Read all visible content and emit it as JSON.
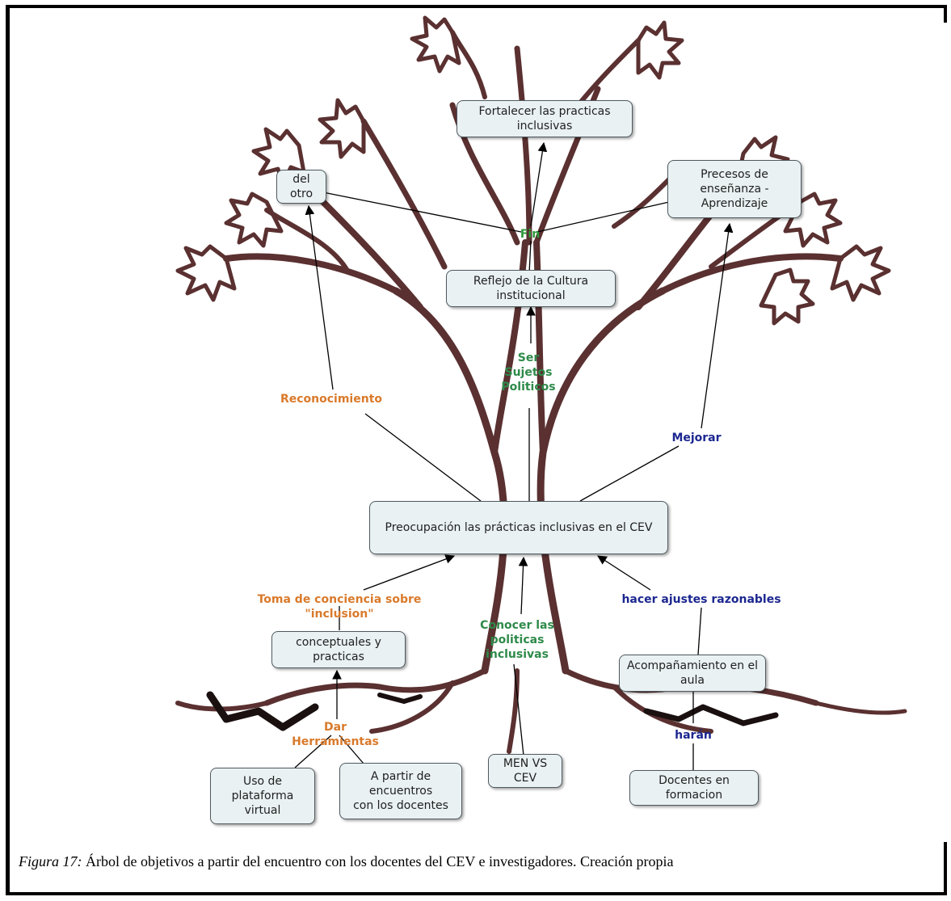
{
  "nodes": {
    "fortalecer": "Fortalecer las practicas inclusivas",
    "del_otro": "del otro",
    "procesos": "Precesos de\nenseñanza - Aprendizaje",
    "reflejo": "Reflejo de la Cultura institucional",
    "preocupacion": "Preocupación las prácticas inclusivas en el CEV",
    "conceptuales": "conceptuales y practicas",
    "acompanamiento": "Acompañamiento en el aula",
    "uso_plataforma": "Uso de plataforma\nvirtual",
    "encuentros": "A partir de encuentros\ncon los docentes",
    "men_vs_cev": "MEN VS CEV",
    "docentes_formacion": "Docentes en formacion"
  },
  "link_labels": {
    "fin": "Fin",
    "ser_sujetos": "Ser\nSujetos\nPoliticos",
    "reconocimiento": "Reconocimiento",
    "mejorar": "Mejorar",
    "toma_conciencia": "Toma de conciencia sobre \"inclusion\"",
    "conocer_politicas": "Conocer las\npoliticas\ninclusivas",
    "hacer_ajustes": "hacer ajustes razonables",
    "dar_herramientas": "Dar Herramientas",
    "haran": "harán"
  },
  "caption": {
    "figure_label": "Figura 17:",
    "text": " Árbol de objetivos a partir del encuentro con los docentes del CEV e investigadores. Creación propia"
  },
  "colors": {
    "tree": "#5a3030",
    "node_fill": "#e9f1f3",
    "orange": "#d97a2b",
    "green": "#2e8a4a",
    "navy": "#1c2790"
  }
}
